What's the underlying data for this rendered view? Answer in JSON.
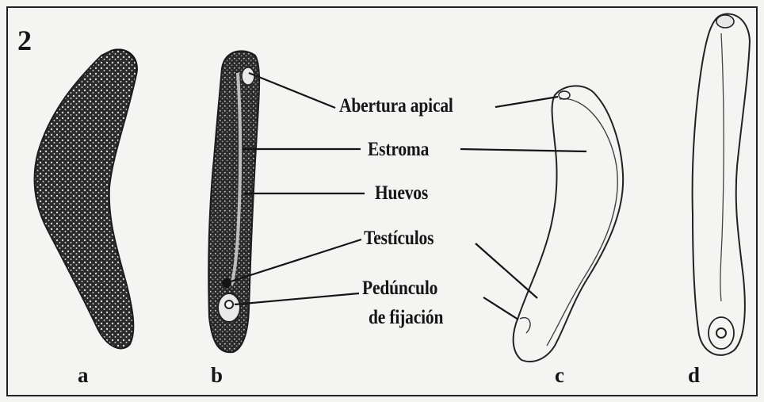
{
  "figure": {
    "number": "2",
    "labels": {
      "abertura_apical": "Abertura apical",
      "estroma": "Estroma",
      "huevos": "Huevos",
      "testiculos": "Testículos",
      "peduncle_line1": "Pedúnculo",
      "peduncle_line2": "de fijación"
    },
    "panels": [
      "a",
      "b",
      "c",
      "d"
    ]
  }
}
